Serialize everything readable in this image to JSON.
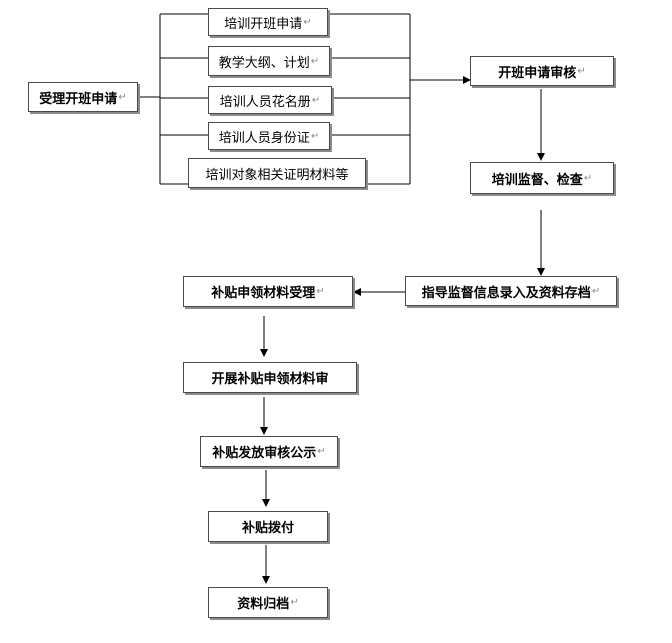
{
  "nodes": {
    "accept": "受理开班申请",
    "doc1": "培训开班申请",
    "doc2": "教学大纲、计划",
    "doc3": "培训人员花名册",
    "doc4": "培训人员身份证",
    "doc5": "培训对象相关证明材料等",
    "review": "开班申请审核",
    "supervise": "培训监督、检查",
    "record": "指导监督信息录入及资料存档",
    "subsidy_accept": "补贴申领材料受理",
    "subsidy_review": "开展补贴申领材料审",
    "publicity": "补贴发放审核公示",
    "payment": "补贴拨付",
    "archive": "资料归档"
  },
  "paragraph_mark": "↵"
}
